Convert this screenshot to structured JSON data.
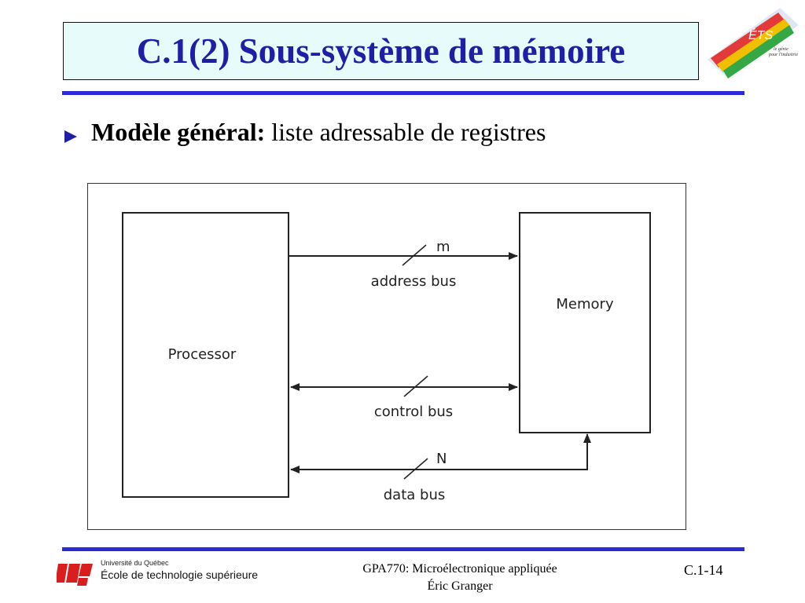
{
  "slide": {
    "title": "C.1(2) Sous-système de mémoire",
    "bullet_bold": "Modèle général:",
    "bullet_rest": " liste adressable de registres"
  },
  "diagram": {
    "processor_label": "Processor",
    "memory_label": "Memory",
    "address_bus_label": "address bus",
    "address_bus_width": "m",
    "control_bus_label": "control bus",
    "data_bus_label": "data bus",
    "data_bus_width": "N"
  },
  "logo": {
    "ets_text": "ÉTS",
    "ets_tagline_1": "le génie",
    "ets_tagline_2": "pour l'industrie"
  },
  "footer": {
    "institution_small": "Université du Québec",
    "institution_name": "École de technologie supérieure",
    "course": "GPA770:  Microélectronique appliquée",
    "author": "Éric Granger",
    "page": "C.1-14"
  },
  "colors": {
    "title": "#1f1fa5",
    "title_bg": "#e8fbfb",
    "rule": "#2a2ad6",
    "uq_red": "#d81e1e"
  }
}
